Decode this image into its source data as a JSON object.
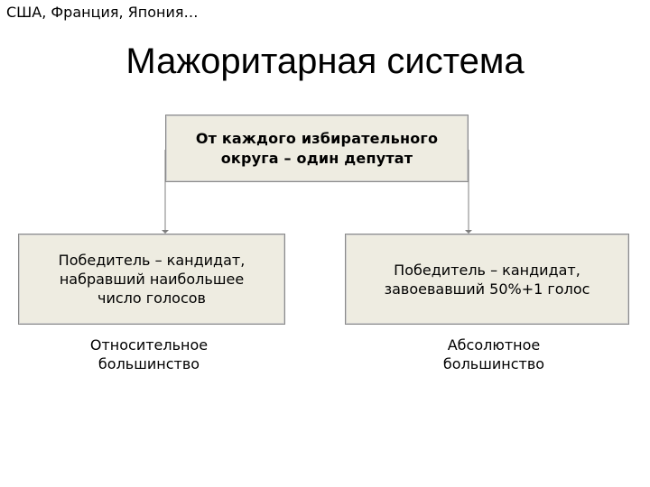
{
  "header": {
    "countries": "США, Франция, Япония…",
    "title": "Мажоритарная система"
  },
  "diagram": {
    "root": {
      "text": "От каждого избирательного\nокруга – один депутат"
    },
    "branches": [
      {
        "box_text": "Победитель – кандидат,\nнабравший наибольшее\nчисло голосов",
        "caption": "Относительное\nбольшинство"
      },
      {
        "box_text": "Победитель – кандидат,\nзавоевавший 50%+1 голос",
        "caption": "Абсолютное\nбольшинство"
      }
    ],
    "colors": {
      "box_fill": "#eeece1",
      "box_border": "#8a8a8a",
      "connector": "#7f7f7f"
    }
  }
}
